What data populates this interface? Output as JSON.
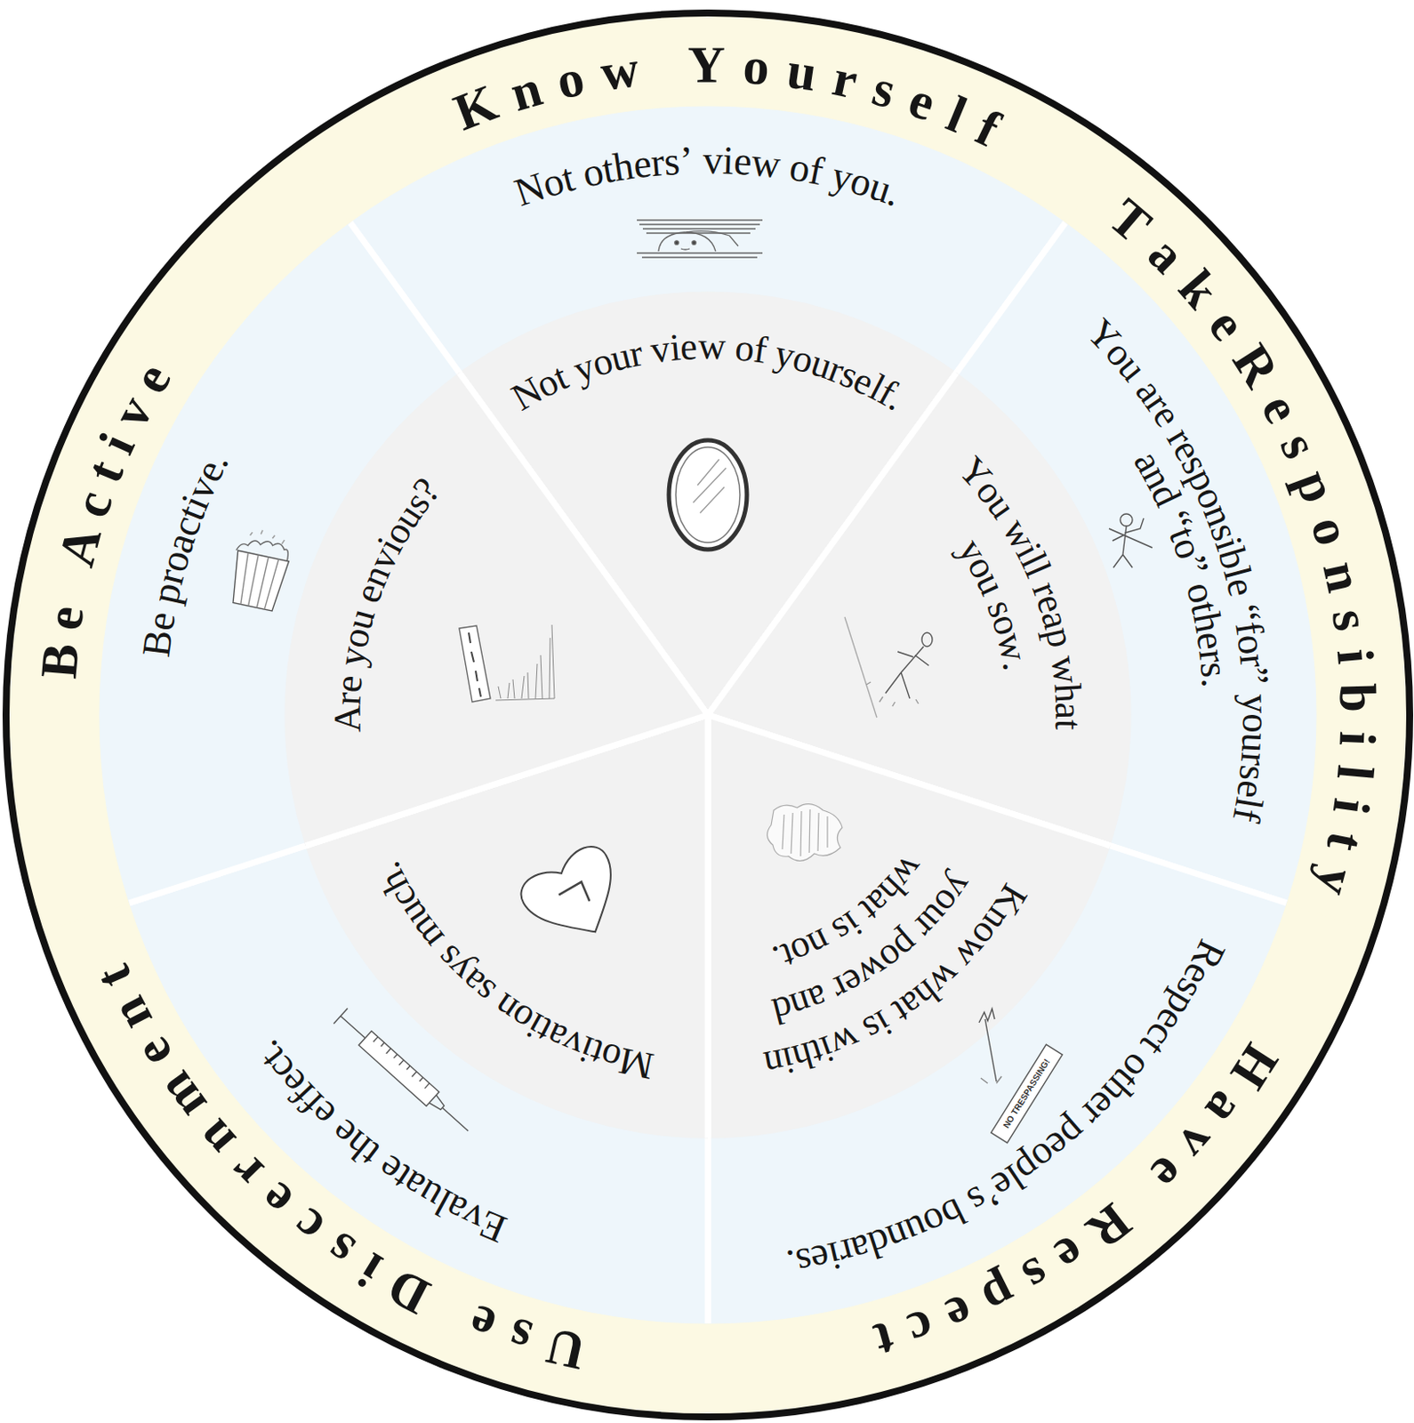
{
  "diagram": {
    "nodes": [
      {
        "text": [
          "Know Yourself",
          "Not others’ view of you."
        ]
      },
      {
        "text": [
          "Not your view of yourself."
        ],
        "in": 0
      },
      {
        "text": [
          "TakeResponsibility",
          "You are responsible “for” yourself and “to” others."
        ]
      },
      {
        "text": [
          "You will reap what you sow."
        ],
        "in": 2
      },
      {
        "text": [
          "Have Respect",
          "Respect other people’s boundaries."
        ]
      },
      {
        "text": [
          "Know what is within your power and what is not."
        ],
        "in": 4
      },
      {
        "text": [
          "Use Discernment",
          "Evaluate the effect."
        ]
      },
      {
        "text": [
          "Motivation says much."
        ],
        "in": 6
      },
      {
        "text": [
          "Be Active",
          "Be proactive."
        ]
      },
      {
        "text": [
          "Are you envious?"
        ],
        "in": 8
      }
    ],
    "labels": [
      "NO TRESPASSING!"
    ]
  }
}
